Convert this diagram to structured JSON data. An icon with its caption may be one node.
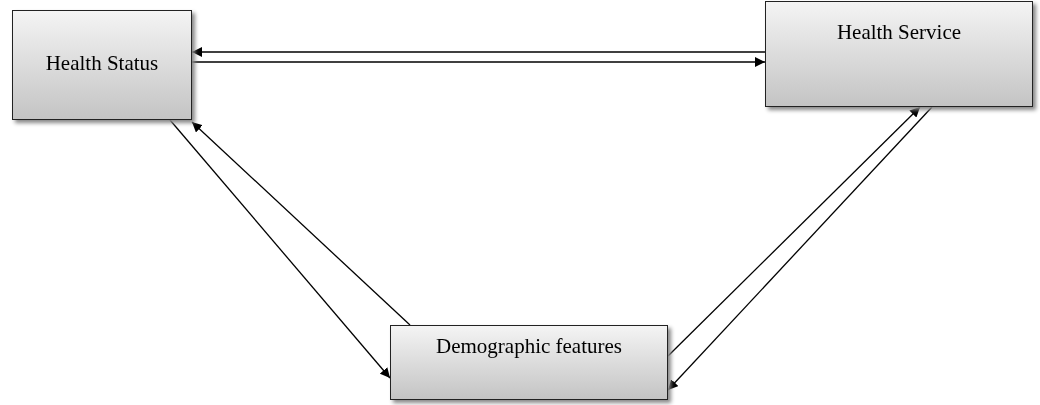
{
  "diagram": {
    "nodes": [
      {
        "text": [
          "Health Status"
        ]
      },
      {
        "text": [
          "Health Service"
        ]
      },
      {
        "text": [
          "Demographic features"
        ]
      }
    ],
    "edges": [
      {
        "from": 1,
        "to": 0,
        "arrow": "to"
      },
      {
        "from": 0,
        "to": 1,
        "arrow": "to"
      },
      {
        "from": 0,
        "to": 2,
        "arrow": "to"
      },
      {
        "from": 2,
        "to": 0,
        "arrow": "to"
      },
      {
        "from": 2,
        "to": 1,
        "arrow": "to"
      },
      {
        "from": 1,
        "to": 2,
        "arrow": "to"
      }
    ]
  }
}
